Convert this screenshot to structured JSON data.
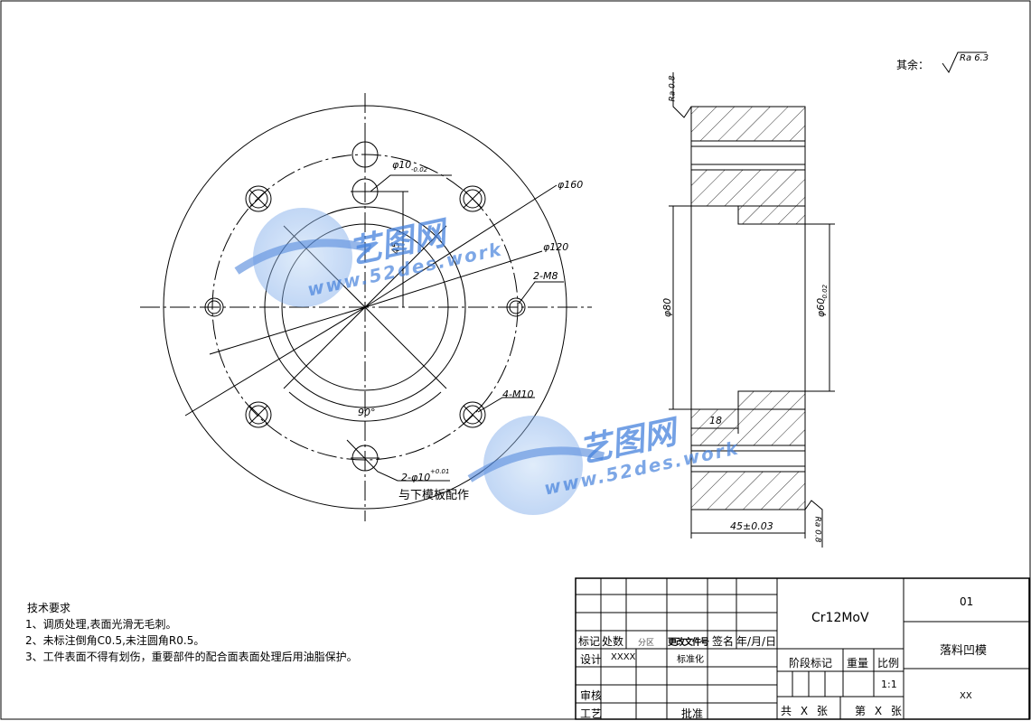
{
  "surface_finish_note": {
    "prefix": "其余：",
    "value": "Ra 6.3"
  },
  "front_view": {
    "dims": {
      "hole_dowel": "φ10",
      "hole_dowel_tol": "-0.02",
      "bolt_circle": "φ160",
      "inner_circle": "φ120",
      "offset": "45",
      "thread_2": "2-M8",
      "thread_4": "4-M10",
      "angle": "90°",
      "pin_holes": "2-φ10",
      "pin_holes_tol": "+0.01",
      "mating_note": "与下模板配作"
    }
  },
  "section_view": {
    "dims": {
      "ra_top": "Ra 0.8",
      "ra_bottom": "Ra 0.8",
      "bore_80": "φ80",
      "bore_60": "φ60",
      "bore_60_tol": "-0.02",
      "step_depth": "18",
      "thickness": "45±0.03"
    }
  },
  "watermark": {
    "brand": "艺图网",
    "url": "www.52des.work"
  },
  "tech_requirements": {
    "title": "技术要求",
    "items": [
      "1、调质处理,表面光滑无毛刺。",
      "2、未标注倒角C0.5,未注圆角R0.5。",
      "3、工件表面不得有划伤，重要部件的配合面表面处理后用油脂保护。"
    ]
  },
  "title_block": {
    "material": "Cr12MoV",
    "drawing_no": "01",
    "part_name": "落料凹模",
    "company": "XX",
    "row_headers": [
      "标记",
      "处数",
      "分区",
      "更改文件号",
      "签名",
      "年/月/日"
    ],
    "design_label": "设计",
    "designer": "XXXX",
    "standardize_label": "标准化",
    "review_label": "审核",
    "process_label": "工艺",
    "approve_label": "批准",
    "stage_label": "阶段标记",
    "weight_label": "重量",
    "scale_label": "比例",
    "scale_value": "1:1",
    "sheets_total": "共 X 张",
    "sheet_no": "第 X 张"
  }
}
